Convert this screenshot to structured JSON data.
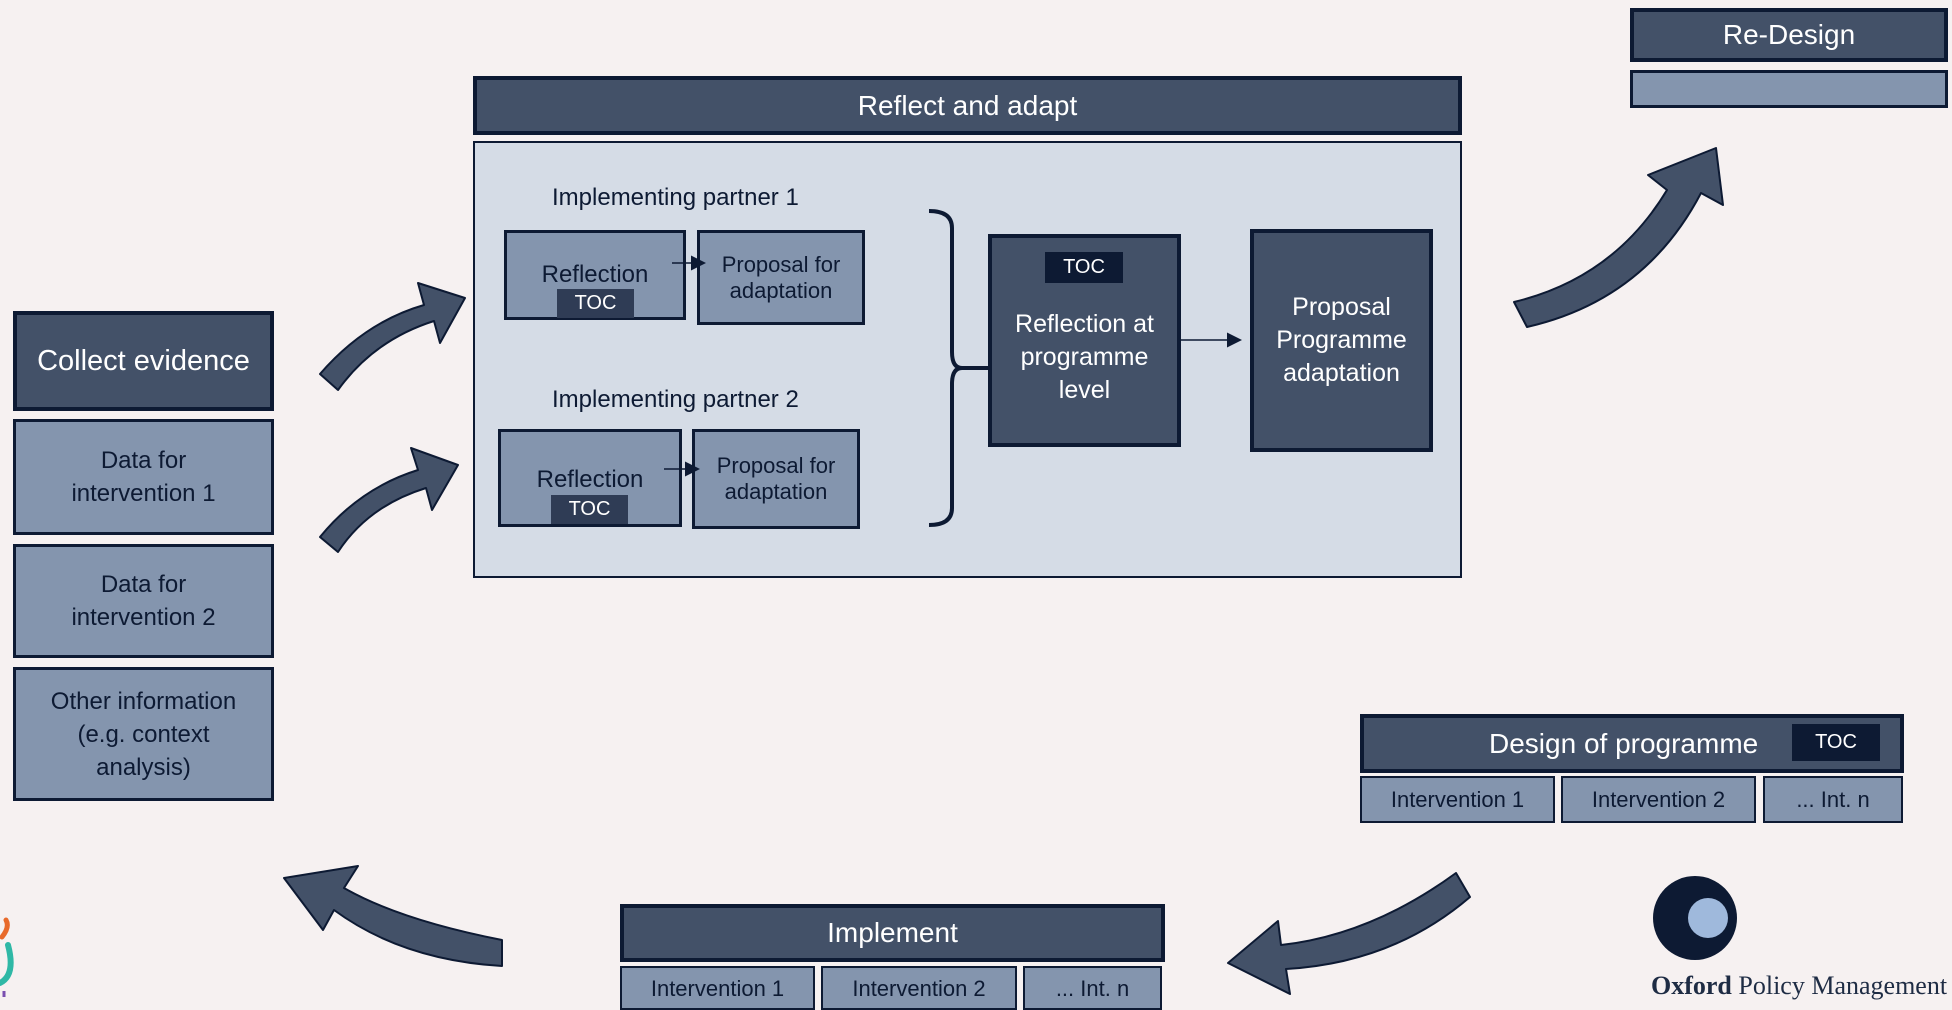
{
  "redesign": {
    "title": "Re-Design"
  },
  "reflect": {
    "title": "Reflect and adapt",
    "partner1": {
      "label": "Implementing partner 1",
      "reflection": "Reflection",
      "toc": "TOC",
      "proposal": "Proposal for adaptation"
    },
    "partner2": {
      "label": "Implementing partner 2",
      "reflection": "Reflection",
      "toc": "TOC",
      "proposal": "Proposal for adaptation"
    },
    "programme": {
      "toc": "TOC",
      "reflection": "Reflection at programme level",
      "proposal": "Proposal Programme adaptation"
    }
  },
  "collect": {
    "title": "Collect evidence",
    "items": [
      "Data for intervention 1",
      "Data for intervention 2",
      "Other information (e.g. context analysis)"
    ]
  },
  "design": {
    "title": "Design of programme",
    "toc": "TOC",
    "items": [
      "Intervention 1",
      "Intervention 2",
      "... Int. n"
    ]
  },
  "implement": {
    "title": "Implement",
    "items": [
      "Intervention 1",
      "Intervention 2",
      "... Int. n"
    ]
  },
  "logo": {
    "name_bold": "Oxford",
    "name_rest": "Policy Management"
  },
  "colors": {
    "dark": "#435168",
    "light": "#8495ae",
    "navy": "#0d1a33",
    "panel": "#d5dce6",
    "background": "#f6f1f1"
  }
}
